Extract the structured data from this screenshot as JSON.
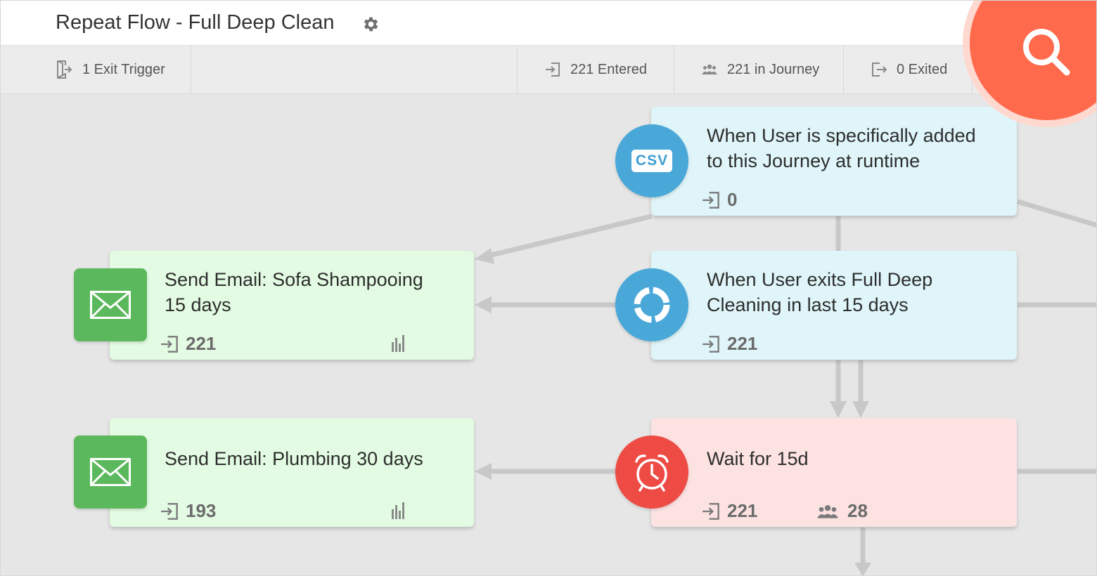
{
  "header": {
    "title": "Repeat Flow - Full Deep Clean"
  },
  "stats": {
    "exit_trigger": "1 Exit Trigger",
    "entered": "221 Entered",
    "in_journey": "221 in Journey",
    "exited": "0 Exited"
  },
  "nodes": {
    "trigger_runtime": {
      "icon": "csv-icon",
      "badge_text": "CSV",
      "title_line1": "When User is specifically added",
      "title_line2": "to this Journey at runtime",
      "entered": "0"
    },
    "trigger_exits": {
      "icon": "segment-ring-icon",
      "title_line1": "When User exits Full Deep",
      "title_line2": "Cleaning in last 15 days",
      "entered": "221"
    },
    "email_sofa": {
      "icon": "envelope-icon",
      "title_line1": "Send Email: Sofa Shampooing",
      "title_line2": "15 days",
      "entered": "221"
    },
    "email_plumbing": {
      "icon": "envelope-icon",
      "title_line1": "Send Email: Plumbing 30 days",
      "entered": "193"
    },
    "wait": {
      "icon": "alarm-clock-icon",
      "title_line1": "Wait for 15d",
      "entered": "221",
      "waiting": "28"
    }
  },
  "colors": {
    "accent_search": "#ff6a4d",
    "email_green": "#5cb85c",
    "trigger_blue": "#4aa8d8",
    "wait_red": "#ee4b45",
    "connector": "#c8c8c8"
  }
}
